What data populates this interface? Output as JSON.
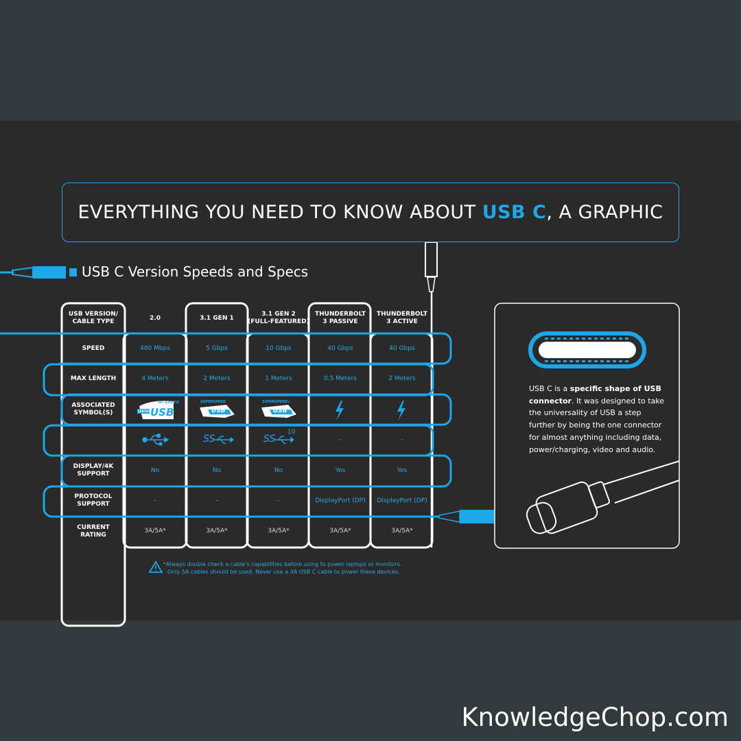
{
  "title": {
    "prefix": "EVERYTHING YOU NEED TO KNOW ABOUT ",
    "highlight": "USB C",
    "suffix": ", A GRAPHIC"
  },
  "subtitle": "USB C Version Speeds and Specs",
  "table": {
    "header_label": [
      "USB VERSION/",
      "CABLE TYPE"
    ],
    "columns": [
      {
        "lines": [
          "2.0"
        ]
      },
      {
        "lines": [
          "3.1 GEN 1"
        ]
      },
      {
        "lines": [
          "3.1 GEN 2",
          "(FULL-FEATURED)"
        ]
      },
      {
        "lines": [
          "THUNDERBOLT",
          "3 PASSIVE"
        ]
      },
      {
        "lines": [
          "THUNDERBOLT",
          "3 ACTIVE"
        ]
      }
    ],
    "rows": {
      "speed": {
        "label": [
          "SPEED"
        ],
        "values": [
          "480 Mbps",
          "5 Gbps",
          "10 Gbps",
          "40 Gbps",
          "40 Gbps"
        ]
      },
      "max_length": {
        "label": [
          "MAX LENGTH"
        ],
        "values": [
          "4 Meters",
          "2 Meters",
          "1 Meters",
          "0.5 Meters",
          "2 Meters"
        ]
      },
      "symbols": {
        "label": [
          "ASSOCIATED",
          "SYMBOL(S)"
        ]
      },
      "logo_texts": {
        "hispeed": "HI-SPEED",
        "certified": "CERTIFIED",
        "usb": "USB",
        "superspeed": "SUPERSPEED",
        "superspeed_plus": "SUPERSPEED+",
        "gbps": "10 Gbps",
        "ss": "SS",
        "ten": "10"
      },
      "symbols2": {
        "values": [
          "",
          "",
          "",
          "–",
          "–"
        ]
      },
      "display": {
        "label": [
          "DISPLAY/4K",
          "SUPPORT"
        ],
        "values": [
          "No",
          "No",
          "No",
          "Yes",
          "Yes"
        ]
      },
      "protocol": {
        "label": [
          "PROTOCOL",
          "SUPPORT"
        ],
        "values": [
          "–",
          "–",
          "–",
          "DisplayPort (DP)",
          "DisplayPort (DP)"
        ]
      },
      "current": {
        "label": [
          "CURRENT",
          "RATING"
        ],
        "values": [
          "3A/5A*",
          "3A/5A*",
          "3A/5A*",
          "3A/5A*",
          "3A/5A*"
        ]
      }
    }
  },
  "warning": {
    "line1": "*Always double check a cable's capabilities before using to power laptops or monitors.",
    "line2": "Only 5A cables should be used. Never use a 3A USB C cable to power these devices."
  },
  "description": {
    "p1": "USB C is a ",
    "b1": "specific shape of USB connector",
    "p2": ". It was designed to take the universality of USB a step further by being the one connector for almost anything including data, power/charging, video and audio."
  },
  "watermark": "KnowledgeChop.com",
  "colors": {
    "accent": "#1fa6e8",
    "background": "#323a3d",
    "panel": "#2a2a2b"
  }
}
